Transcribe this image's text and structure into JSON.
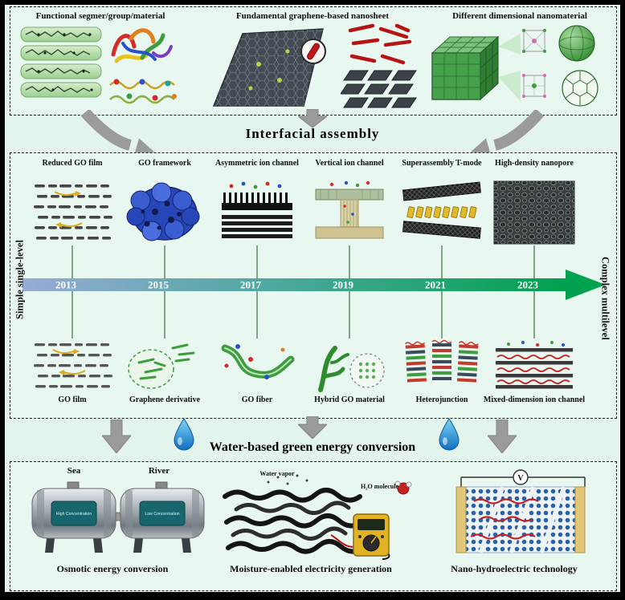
{
  "top": {
    "boxes": [
      {
        "label": "Functional segmer/group/material"
      },
      {
        "label": "Fundamental graphene-based nanosheet"
      },
      {
        "label": "Different dimensional nanomaterial"
      }
    ]
  },
  "mid": {
    "title": "Interfacial assembly",
    "left_axis": "Simple single-level",
    "right_axis": "Complex multilevel",
    "years": [
      "2013",
      "2015",
      "2017",
      "2019",
      "2021",
      "2023"
    ],
    "top_items": [
      "Reduced GO film",
      "GO framework",
      "Asymmetric ion channel",
      "Vertical ion channel",
      "Superassembly T-mode",
      "High-density nanopore"
    ],
    "bottom_items": [
      "GO film",
      "Graphene derivative",
      "GO fiber",
      "Hybrid GO material",
      "Heterojunction",
      "Mixed-dimension ion channel"
    ],
    "timeline": {
      "start_color": "#97abd6",
      "end_color": "#00a14e"
    }
  },
  "bottom": {
    "title": "Water-based green energy conversion",
    "panels": [
      {
        "caption": "Osmotic energy conversion",
        "tank_labels": [
          "Sea",
          "River"
        ],
        "tank_texts": [
          "High Concentration",
          "Low Concentration"
        ]
      },
      {
        "caption": "Moisture-enabled electricity generation",
        "annotations": [
          "Water vapor",
          "H₂O molecule"
        ]
      },
      {
        "caption": "Nano-hydroelectric technology",
        "annotations": [
          "V"
        ]
      }
    ]
  }
}
